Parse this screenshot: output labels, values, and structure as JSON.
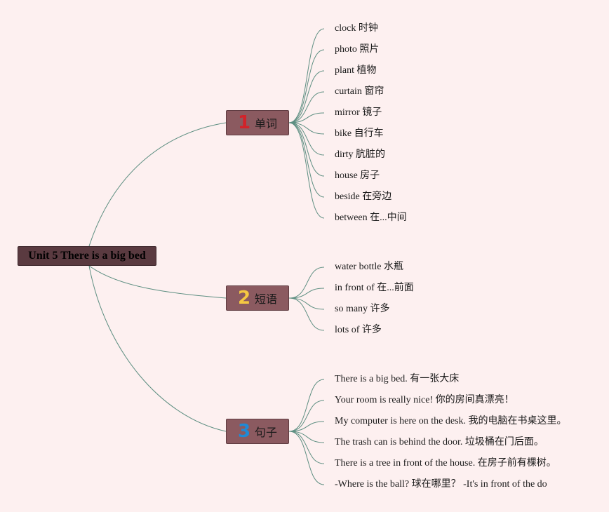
{
  "root": {
    "label": "Unit 5 There is a big bed"
  },
  "branches": [
    {
      "number": "1",
      "number_color": "#d2232a",
      "label": "单词",
      "items": [
        "clock 时钟",
        "photo 照片",
        "plant 植物",
        "curtain 窗帘",
        "mirror 镜子",
        "bike 自行车",
        "dirty 肮脏的",
        "house 房子",
        "beside 在旁边",
        "between 在...中间"
      ]
    },
    {
      "number": "2",
      "number_color": "#f5c842",
      "label": "短语",
      "items": [
        "water bottle 水瓶",
        "in front of 在...前面",
        "so many 许多",
        "lots of 许多"
      ]
    },
    {
      "number": "3",
      "number_color": "#1f8ad6",
      "label": "句子",
      "items": [
        "There is a big bed. 有一张大床",
        "Your room is really nice! 你的房间真漂亮！",
        "My computer is here on the desk. 我的电脑在书桌这里。",
        "The trash can is behind the door. 垃圾桶在门后面。",
        "There is a tree in front of the house. 在房子前有棵树。",
        "-Where is the ball? 球在哪里？ -It's in front of the do"
      ]
    }
  ],
  "colors": {
    "background": "#fdf0f0",
    "root_fill": "#5a3a40",
    "branch_fill": "#8b5a60",
    "connector": "#5e8f82"
  }
}
